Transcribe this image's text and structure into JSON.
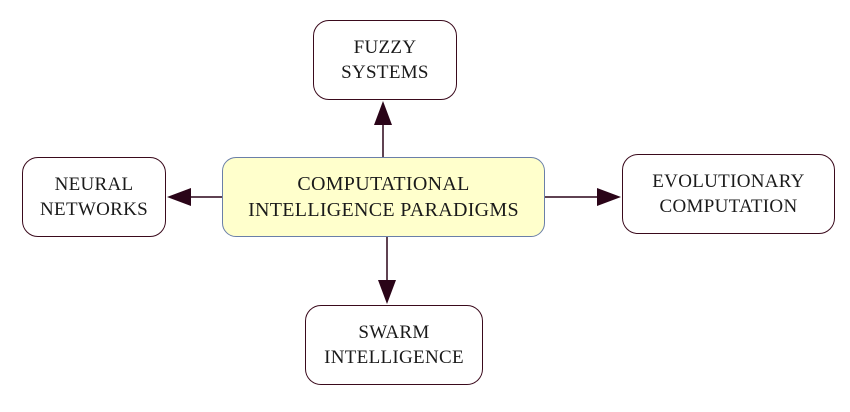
{
  "diagram": {
    "center": {
      "lines": [
        "COMPUTATIONAL",
        "INTELLIGENCE PARADIGMS"
      ]
    },
    "top": {
      "lines": [
        "FUZZY",
        "SYSTEMS"
      ]
    },
    "left": {
      "lines": [
        "NEURAL",
        "NETWORKS"
      ]
    },
    "right": {
      "lines": [
        "EVOLUTIONARY",
        "COMPUTATION"
      ]
    },
    "bottom": {
      "lines": [
        "SWARM",
        "INTELLIGENCE"
      ]
    },
    "colors": {
      "center_fill": "#ffffcc",
      "center_border": "#6a7fa8",
      "box_border": "#3a0a1c",
      "arrow": "#2a0418"
    }
  }
}
